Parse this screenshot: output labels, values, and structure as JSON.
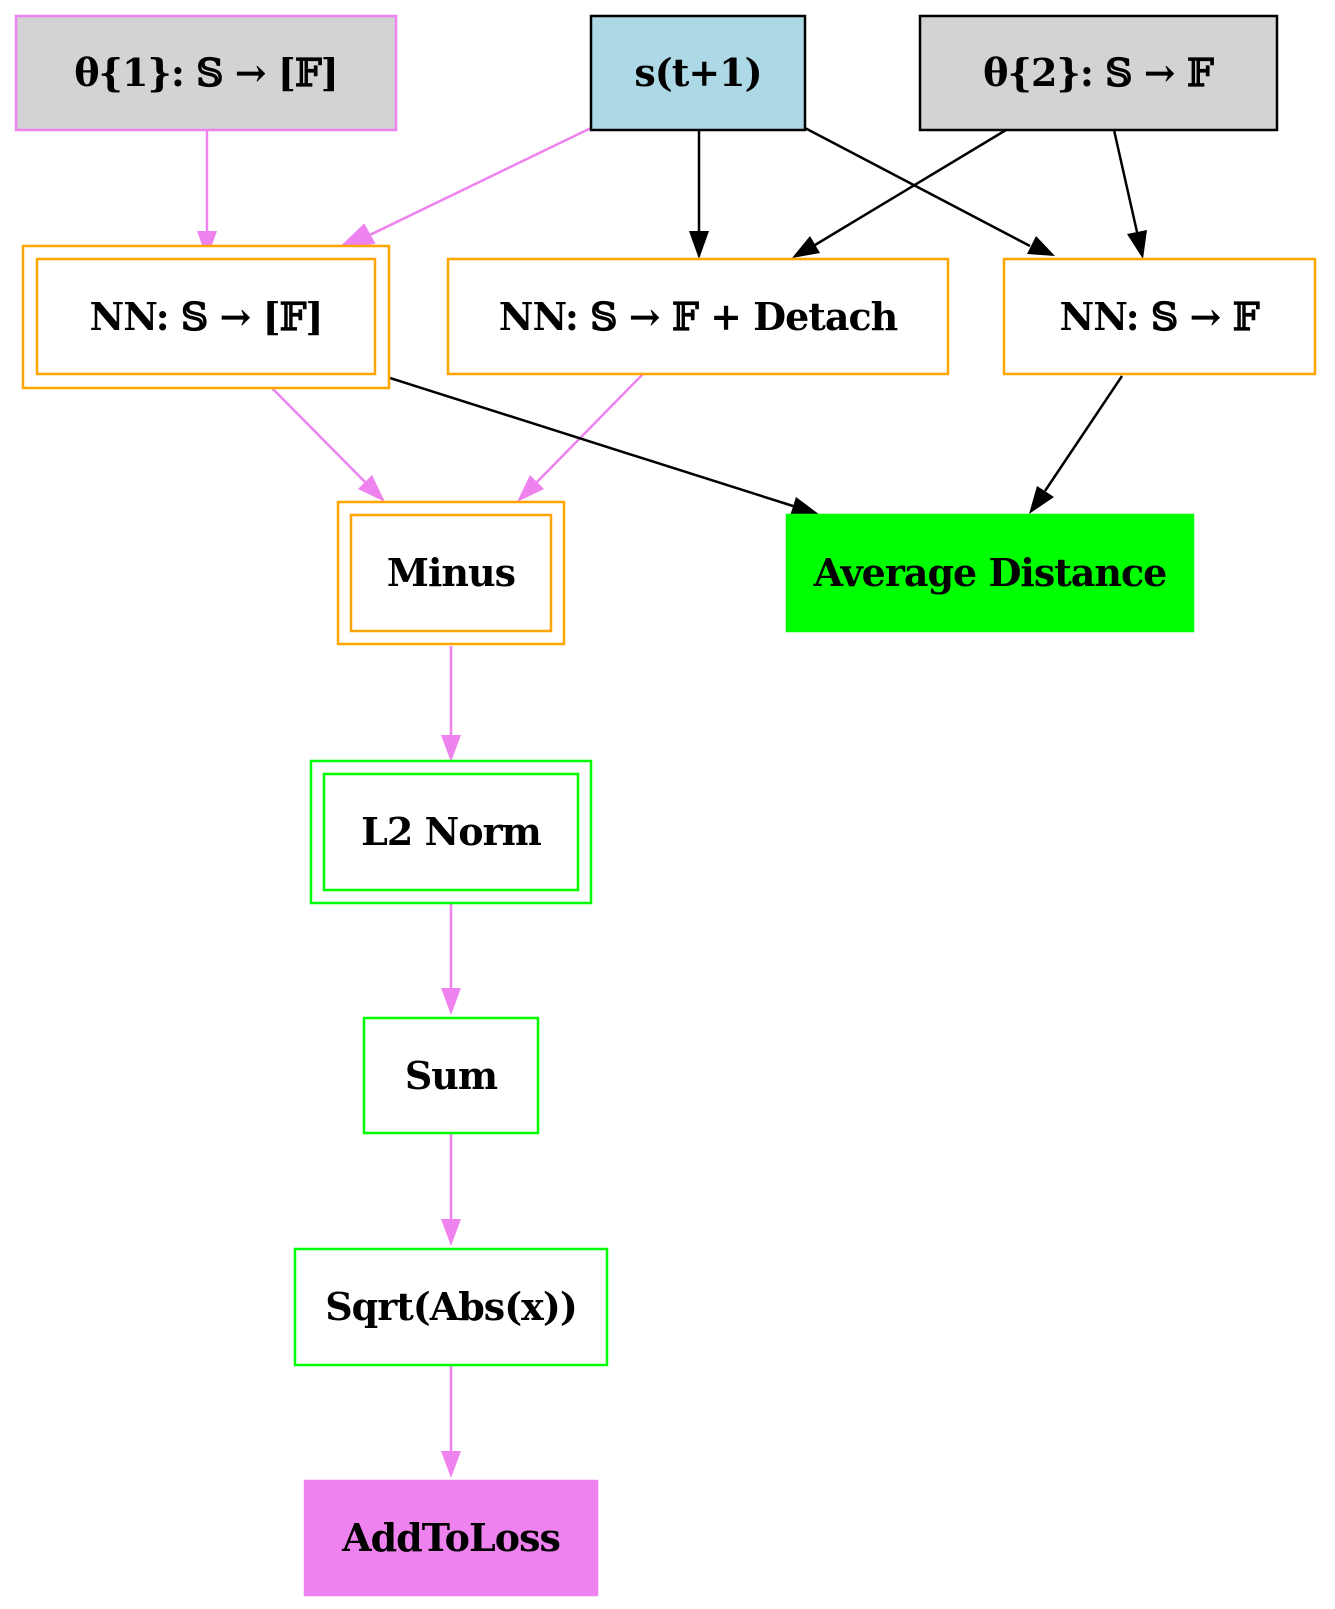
{
  "nodes": {
    "theta1": {
      "label": "θ{1}: 𝕊 → [𝔽]",
      "fill": "#d3d3d3",
      "border": "#ee82ee"
    },
    "state_next": {
      "label": "s(t+1)",
      "fill": "#add8e6",
      "border": "#000000"
    },
    "theta2": {
      "label": "θ{2}: 𝕊 → 𝔽",
      "fill": "#d3d3d3",
      "border": "#000000"
    },
    "nn_list": {
      "label": "NN: 𝕊 → [𝔽]",
      "fill": "#ffffff",
      "border": "#ffa500"
    },
    "nn_detach": {
      "label": "NN: 𝕊 → 𝔽 + Detach",
      "fill": "#ffffff",
      "border": "#ffa500"
    },
    "nn_single": {
      "label": "NN: 𝕊 → 𝔽",
      "fill": "#ffffff",
      "border": "#ffa500"
    },
    "minus": {
      "label": "Minus",
      "fill": "#ffffff",
      "border": "#ffa500"
    },
    "avg_distance": {
      "label": "Average Distance",
      "fill": "#00ff00",
      "border": "#00ff00"
    },
    "l2norm": {
      "label": "L2 Norm",
      "fill": "#ffffff",
      "border": "#00ff00"
    },
    "sum": {
      "label": "Sum",
      "fill": "#ffffff",
      "border": "#00ff00"
    },
    "sqrt_abs": {
      "label": "Sqrt(Abs(x))",
      "fill": "#ffffff",
      "border": "#00ff00"
    },
    "add_to_loss": {
      "label": "AddToLoss",
      "fill": "#ee82ee",
      "border": "#ee82ee"
    }
  },
  "edges": [
    {
      "from": "theta1",
      "to": "nn_list",
      "color": "#ee82ee"
    },
    {
      "from": "state_next",
      "to": "nn_list",
      "color": "#ee82ee"
    },
    {
      "from": "state_next",
      "to": "nn_detach",
      "color": "#000000"
    },
    {
      "from": "state_next",
      "to": "nn_single",
      "color": "#000000"
    },
    {
      "from": "theta2",
      "to": "nn_detach",
      "color": "#000000"
    },
    {
      "from": "theta2",
      "to": "nn_single",
      "color": "#000000"
    },
    {
      "from": "nn_list",
      "to": "minus",
      "color": "#ee82ee"
    },
    {
      "from": "nn_detach",
      "to": "minus",
      "color": "#ee82ee"
    },
    {
      "from": "nn_list",
      "to": "avg_distance",
      "color": "#000000"
    },
    {
      "from": "nn_single",
      "to": "avg_distance",
      "color": "#000000"
    },
    {
      "from": "minus",
      "to": "l2norm",
      "color": "#ee82ee"
    },
    {
      "from": "l2norm",
      "to": "sum",
      "color": "#ee82ee"
    },
    {
      "from": "sum",
      "to": "sqrt_abs",
      "color": "#ee82ee"
    },
    {
      "from": "sqrt_abs",
      "to": "add_to_loss",
      "color": "#ee82ee"
    }
  ]
}
